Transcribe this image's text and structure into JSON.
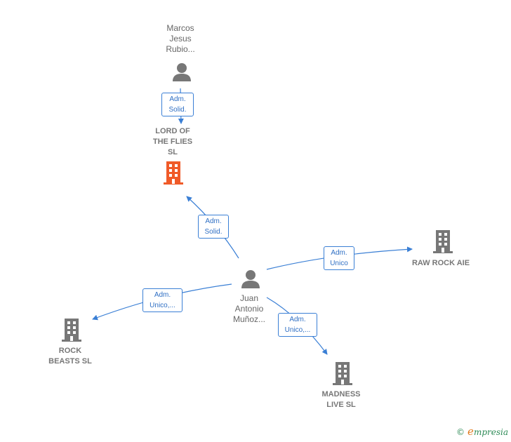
{
  "nodes": {
    "marcos": {
      "lines": [
        "Marcos",
        "Jesus",
        "Rubio..."
      ]
    },
    "lord": {
      "lines": [
        "LORD OF",
        "THE FLIES",
        "SL"
      ]
    },
    "juan": {
      "lines": [
        "Juan",
        "Antonio",
        "Muñoz..."
      ]
    },
    "raw_rock": {
      "lines": [
        "RAW ROCK AIE"
      ]
    },
    "rock_beasts": {
      "lines": [
        "ROCK",
        "BEASTS SL"
      ]
    },
    "madness": {
      "lines": [
        "MADNESS",
        "LIVE SL"
      ]
    }
  },
  "edges": {
    "marcos_lord": {
      "lines": [
        "Adm.",
        "Solid."
      ]
    },
    "juan_lord": {
      "lines": [
        "Adm.",
        "Solid."
      ]
    },
    "juan_raw": {
      "lines": [
        "Adm.",
        "Unico"
      ]
    },
    "juan_beasts": {
      "lines": [
        "Adm.",
        "Unico,..."
      ]
    },
    "juan_madness": {
      "lines": [
        "Adm.",
        "Unico,..."
      ]
    }
  },
  "colors": {
    "edge": "#3a7fd5",
    "person_icon": "#777777",
    "building_icon": "#777777",
    "highlight_building": "#f05a28"
  },
  "footer": {
    "copyright_symbol": "©",
    "brand_first": "e",
    "brand_rest": "mpresia"
  }
}
